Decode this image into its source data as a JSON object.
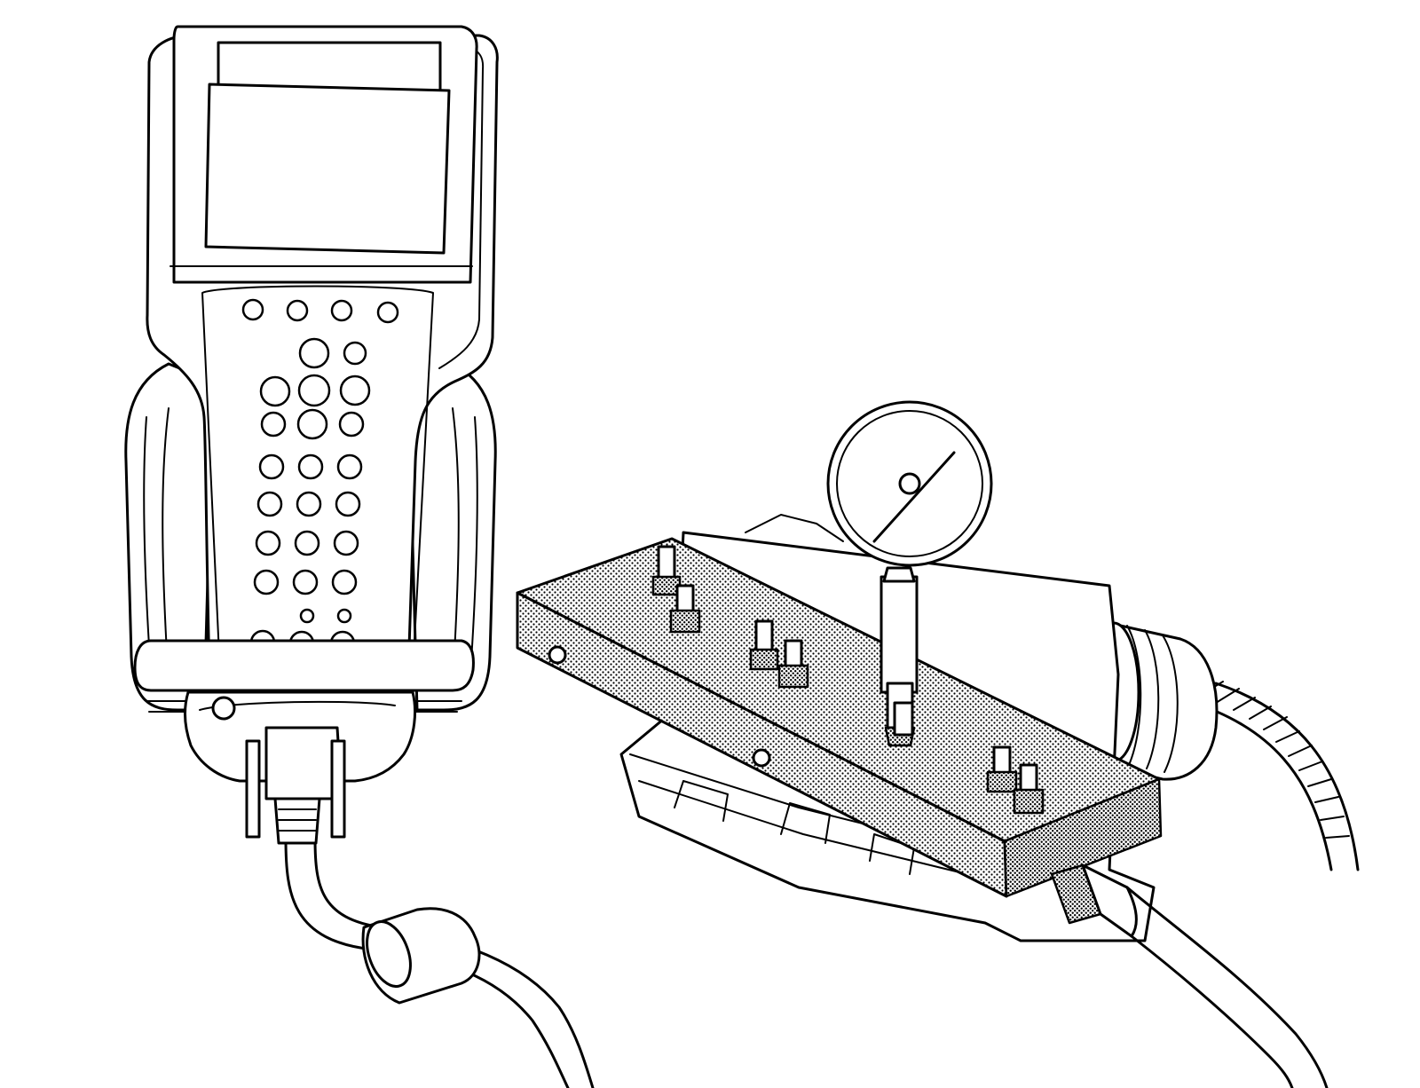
{
  "illustration": {
    "style": "black-and-white technical line art",
    "colors": {
      "line": "#000000",
      "background": "#ffffff",
      "stipple": "#000000"
    },
    "scan_tool": {
      "top_keys_count": 4,
      "keypad_rows": [
        2,
        3,
        3,
        3,
        3,
        3,
        3,
        2,
        3
      ]
    },
    "fitting_count": 7
  }
}
